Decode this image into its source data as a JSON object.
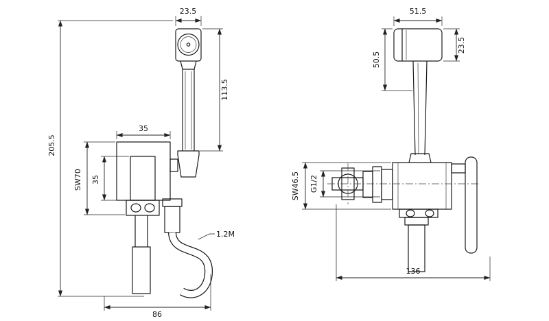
{
  "drawing": {
    "type": "technical-dimension-drawing",
    "subject": "wall-mounted bidet hand sprayer set, front and side views",
    "colors": {
      "line": "#1a1a1a",
      "dimension": "#222222",
      "background": "#ffffff"
    }
  },
  "views": {
    "front": {
      "dim_head_width": "23.5",
      "dim_handle_height": "113.5",
      "dim_total_height": "205.5",
      "dim_plate_width": "35",
      "dim_body_flats": "SW70",
      "dim_inner_height": "35",
      "hose_length": "1.2M",
      "dim_bottom_width": "86"
    },
    "side": {
      "dim_head_length": "51.5",
      "dim_head_height": "23.5",
      "dim_head_drop": "50.5",
      "dim_valve_flats": "SW46.5",
      "thread_size": "G1/2",
      "dim_depth": "136"
    }
  }
}
